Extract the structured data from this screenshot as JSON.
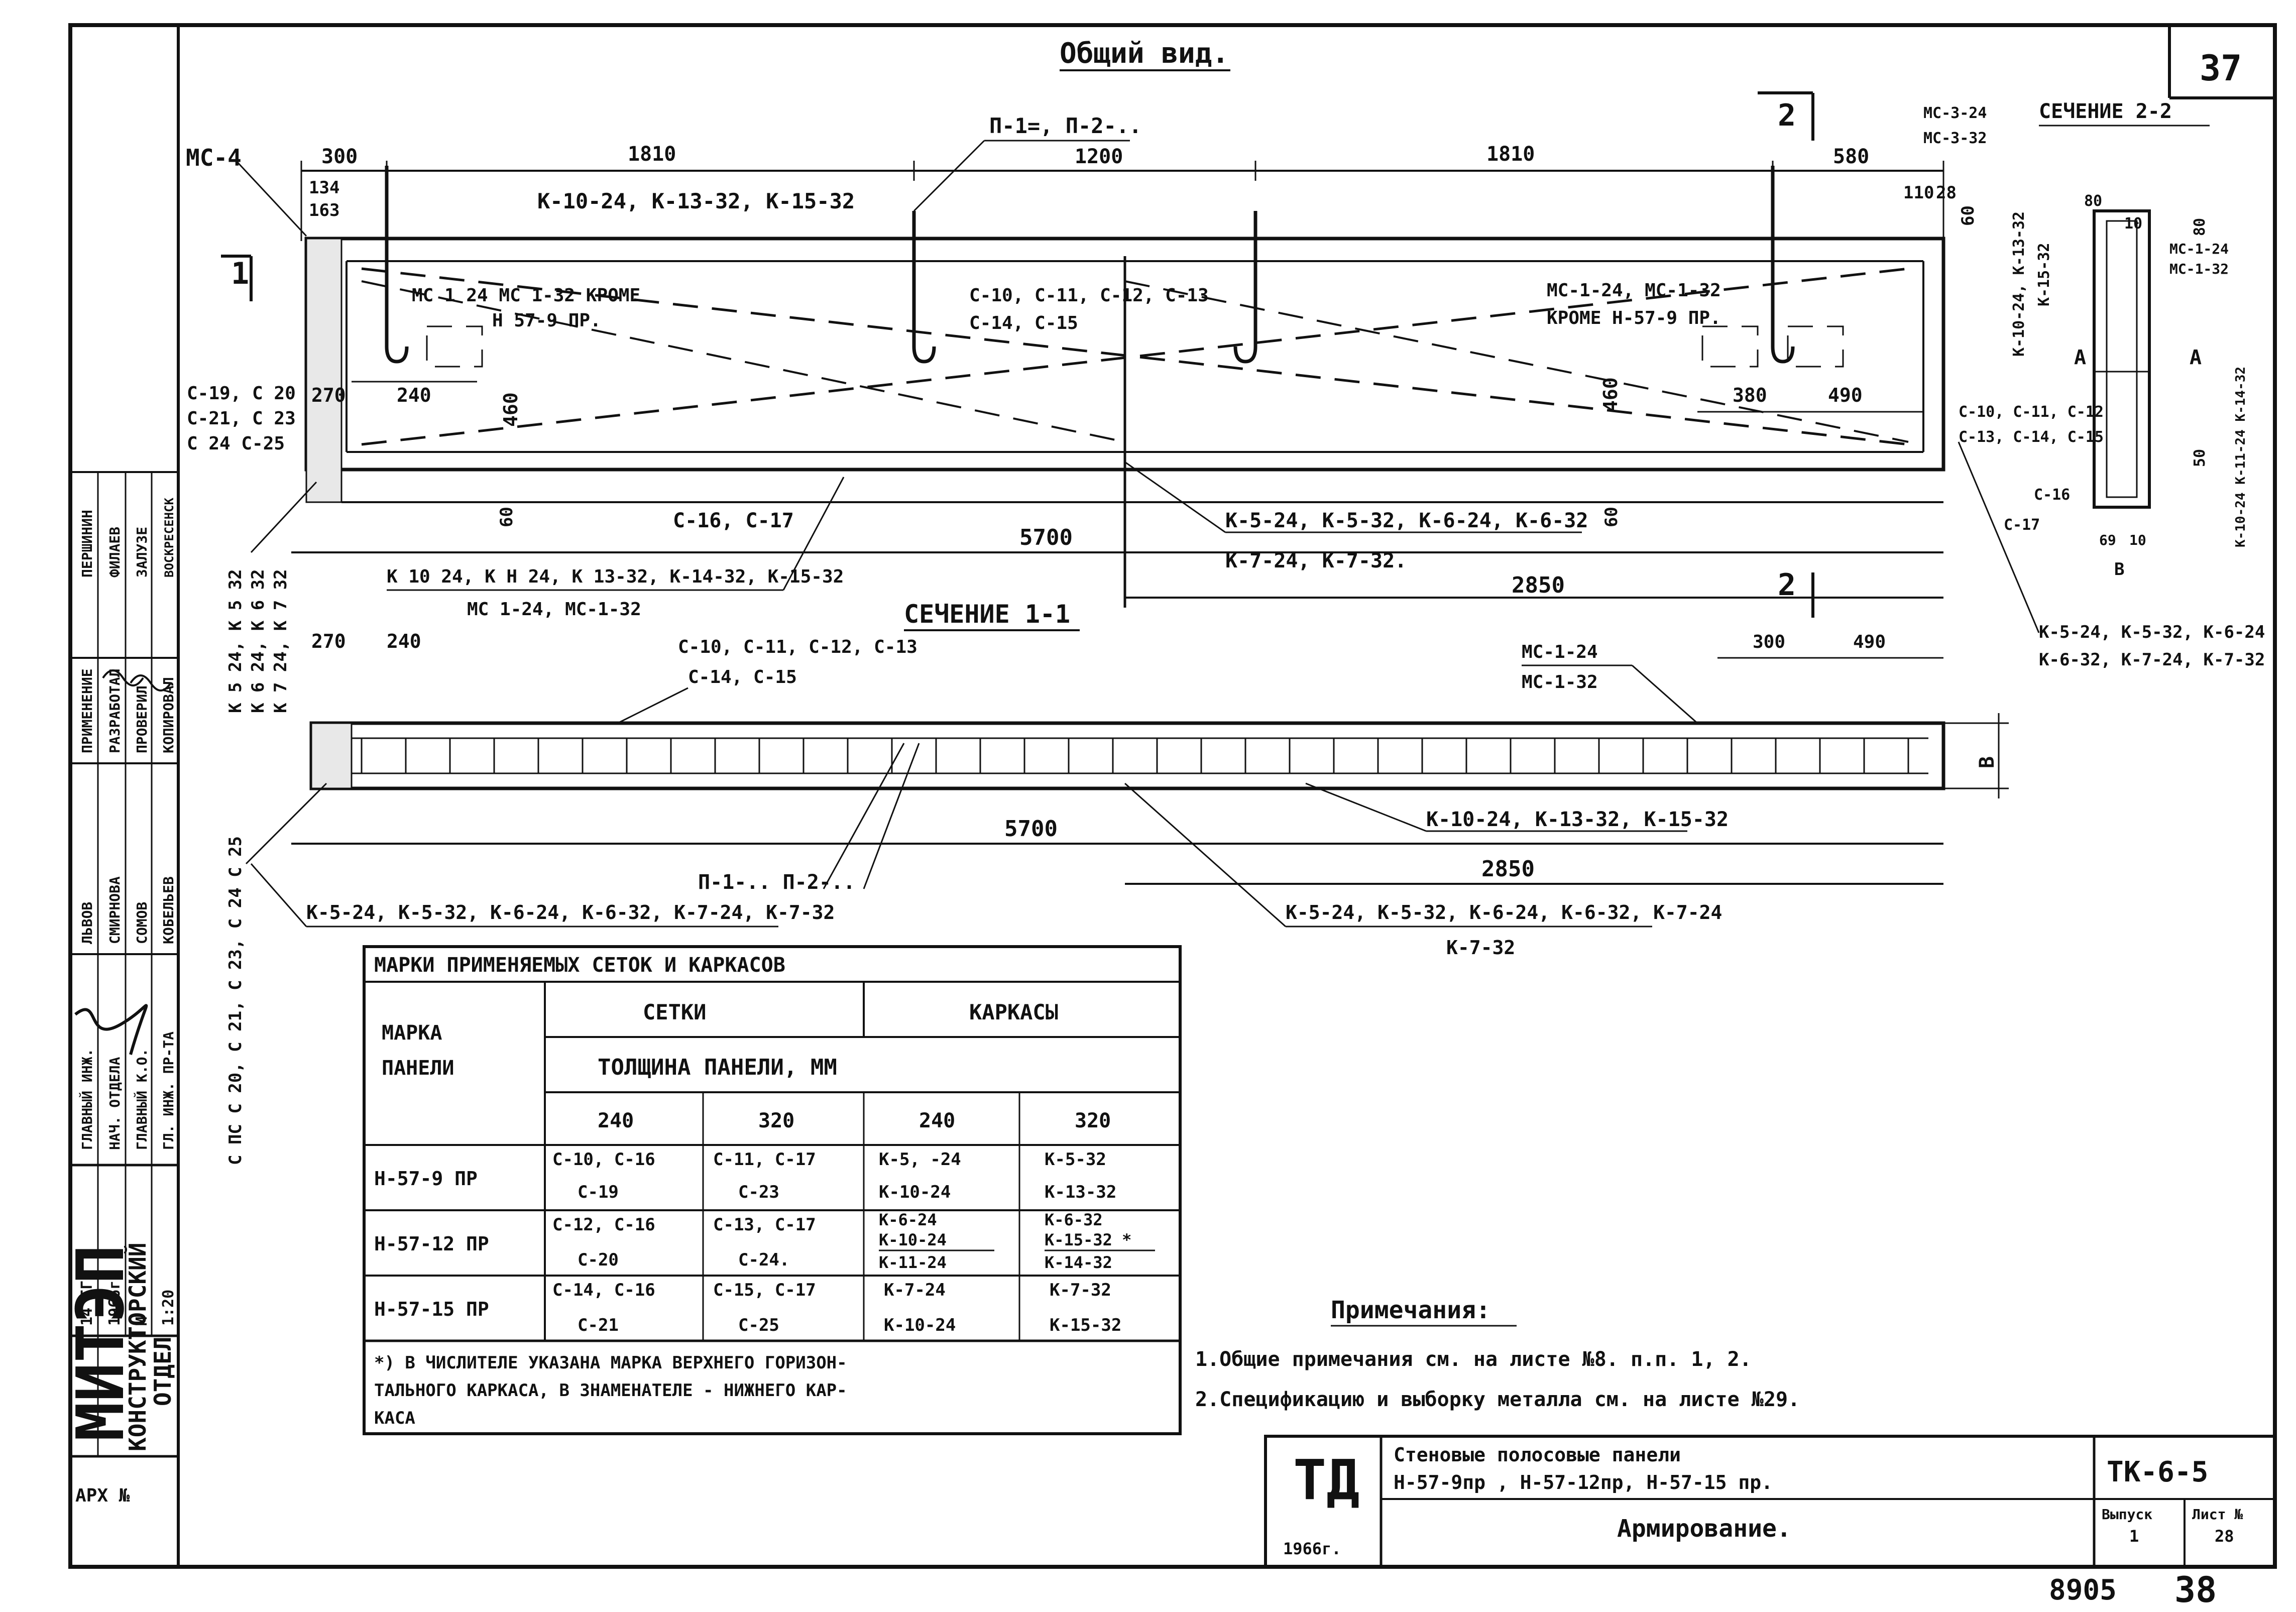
{
  "sheet": {
    "number": "37",
    "view_title": "Общий вид.",
    "section_1_title": "СЕЧЕНИЕ 1-1",
    "section_2_title": "СЕЧЕНИЕ 2-2"
  },
  "general_view": {
    "labels": {
      "mc4": "МС-4",
      "loops": "П-1=, П-2-..",
      "k_top": "К-10-24, К-13-32, К-15-32",
      "mc1_left": "МС 1 24 МС 1-32 КРОМЕ",
      "mc1_left_2": "Н 57-9 ПР.",
      "c_mid": "С-10, С-11, С-12, С-13",
      "c_mid_2": "С-14, С-15",
      "mc1_right": "МС-1-24, МС-1-32",
      "mc1_right_2": "КРОМЕ Н-57-9 ПР.",
      "c_left": "С-19, С 20",
      "c_left_2": "С-21, С 23",
      "c_left_3": "С 24 С-25",
      "c_bottom": "С-16, С-17",
      "k_mid": "К-5-24, К-5-32, К-6-24, К-6-32",
      "k_mid_2": "К-7-24, К-7-32.",
      "k_long": "К 10 24, К Н 24, К 13-32, К-14-32, К-15-32",
      "mc_long": "МС 1-24, МС-1-32",
      "k_vert": "К 5 24, К 5 32",
      "k_vert_2": "К 6 24, К 6 32",
      "k_vert_3": "К 7 24, К 7 32",
      "cut_1": "1",
      "cut_2": "2"
    },
    "dimensions": {
      "d300": "300",
      "d1810a": "1810",
      "d1200": "1200",
      "d1810b": "1810",
      "d580": "580",
      "d134": "134",
      "d163": "163",
      "d270": "270",
      "d240": "240",
      "d460a": "460",
      "d460b": "460",
      "d380": "380",
      "d490": "490",
      "d60a": "60",
      "d60b": "60",
      "d60c": "60",
      "d5700": "5700",
      "d2850": "2850",
      "d110": "110",
      "d28": "28"
    }
  },
  "section_2_2": {
    "mc3": "МС-3-24",
    "mc3b": "МС-3-32",
    "k_a": "К-10-24, К-13-32",
    "k_b": "К-15-32",
    "mc1": "МС-1-24",
    "mc1b": "МС-1-32",
    "k_c": "К-10-24 К-11-24 К-14-32",
    "c10": "С-10, С-11, С-12",
    "c13": "С-13, С-14, С-15",
    "c16": "С-16",
    "c17": "С-17",
    "a": "А",
    "b": "В",
    "d80": "80",
    "d10": "10",
    "d80b": "80",
    "d50": "50",
    "d69": "69",
    "d10b": "10",
    "k_right": "К-5-24, К-5-32, К-6-24",
    "k_right_2": "К-6-32, К-7-24, К-7-32"
  },
  "section_1_1": {
    "d270": "270",
    "d240": "240",
    "c_top": "С-10, С-11, С-12, С-13",
    "c_top_2": "С-14, С-15",
    "mc1": "МС-1-24",
    "mc1b": "МС-1-32",
    "d300": "300",
    "d490": "490",
    "b": "В",
    "d5700": "5700",
    "d2850": "2850",
    "k_right": "К-10-24, К-13-32, К-15-32",
    "loops": "П-1-..  П-2-..",
    "k_bottom": "К-5-24, К-5-32, К-6-24, К-6-32, К-7-24, К-7-32",
    "k_bottom_right": "К-5-24, К-5-32, К-6-24, К-6-32, К-7-24",
    "k_bottom_right_2": "К-7-32",
    "c_vert": "С ПС С 20, С 21, С 23, С 24 С 25"
  },
  "table": {
    "title": "МАРКИ ПРИМЕНЯЕМЫХ СЕТОК И КАРКАСОВ",
    "col_mark": "МАРКА",
    "col_mark_2": "ПАНЕЛИ",
    "col_nets": "СЕТКИ",
    "col_frames": "КАРКАСЫ",
    "col_thickness": "ТОЛЩИНА  ПАНЕЛИ,  ММ",
    "t240a": "240",
    "t320a": "320",
    "t240b": "240",
    "t320b": "320",
    "rows": [
      {
        "mark": "Н-57-9 ПР",
        "n240": "С-10, С-16",
        "n240b": "С-19",
        "n320": "С-11, С-17",
        "n320b": "С-23",
        "k240": "К-5, -24",
        "k240b": "К-10-24",
        "k240c": "",
        "k320": "К-5-32",
        "k320b": "К-13-32",
        "k320c": ""
      },
      {
        "mark": "Н-57-12 ПР",
        "n240": "С-12, С-16",
        "n240b": "С-20",
        "n320": "С-13, С-17",
        "n320b": "С-24.",
        "k240": "К-6-24",
        "k240b": "К-10-24",
        "k240c": "К-11-24",
        "k320": "К-6-32",
        "k320b": "К-15-32 *",
        "k320c": "К-14-32"
      },
      {
        "mark": "Н-57-15 ПР",
        "n240": "С-14, С-16",
        "n240b": "С-21",
        "n320": "С-15, С-17",
        "n320b": "С-25",
        "k240": "К-7-24",
        "k240b": "К-10-24",
        "k240c": "",
        "k320": "К-7-32",
        "k320b": "К-15-32",
        "k320c": ""
      }
    ],
    "footnote": "*) В ЧИСЛИТЕЛЕ УКАЗАНА МАРКА ВЕРХНЕГО ГОРИЗОН-",
    "footnote_2": "ТАЛЬНОГО КАРКАСА, В ЗНАМЕНАТЕЛЕ - НИЖНЕГО КАР-",
    "footnote_3": "КАСА"
  },
  "notes": {
    "title": "Примечания:",
    "note1": "1.Общие примечания см. на листе №8. п.п. 1, 2.",
    "note2": "2.Спецификацию и выборку металла см. на листе №29."
  },
  "title_block": {
    "logo": "ТД",
    "year": "1966г.",
    "name_1": "Стеновые полосовые панели",
    "name_2": "Н-57-9пр , Н-57-12пр, Н-57-15 пр.",
    "subject": "Армирование.",
    "series": "ТК-6-5",
    "issue_label": "Выпуск",
    "issue": "1",
    "sheet_label": "Лист №",
    "sheet": "28",
    "bottom_num": "8905",
    "bottom_code": "38"
  },
  "side_block": {
    "org": "МИТЭП",
    "dept": "КОНСТРУКТОРСКИЙ",
    "dept_2": "ОТДЕЛ",
    "arch": "АРХ №",
    "r1": "ГЛАВНЫЙ ИНЖ.",
    "r2": "НАЧ. ОТДЕЛА",
    "r3": "ГЛАВНЫЙ К.О.",
    "r4": "ГЛ. ИНЖ. ПР-ТА",
    "r5": "ПРИМЕНЕНИЕ",
    "r6": "РАЗРАБОТАЛ",
    "r7": "ПРОВЕРИЛ",
    "r8": "КОПИРОВАЛ",
    "n1": "ЛЬВОВ",
    "n2": "СМИРНОВА",
    "n3": "СОМОВ",
    "n4": "КОБЕЛЬЕВ",
    "n5": "ПЕРШИНИН",
    "n6": "ФИЛАЕВ",
    "n7": "ЗАЛУЗЕ",
    "n8": "ВОСКРЕСЕНСК",
    "y1": "1966г.",
    "y2": "1:20",
    "y3": "М",
    "y4": "14 ГГ"
  }
}
